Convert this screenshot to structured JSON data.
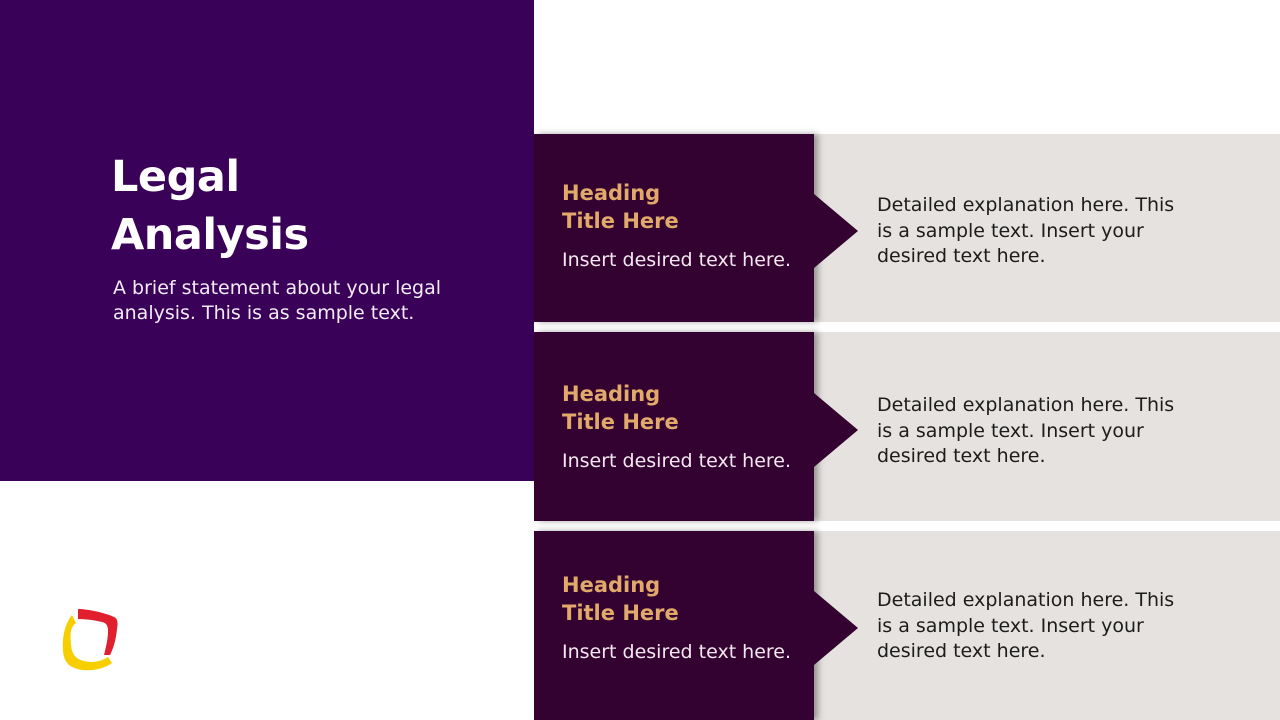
{
  "slide": {
    "title_line1": "Legal",
    "title_line2": "Analysis",
    "subtitle": "A brief statement about your legal analysis. This is as sample text."
  },
  "colors": {
    "left_panel": "#3a0158",
    "card": "#330230",
    "detail_bg": "#e5e2df",
    "heading": "#e1a96a",
    "logo_red": "#e0202f",
    "logo_yellow": "#f7cf00"
  },
  "rows": [
    {
      "heading_line1": "Heading",
      "heading_line2": "Title Here",
      "text": "Insert desired text here.",
      "detail": "Detailed explanation here. This is a sample text. Insert your desired text here."
    },
    {
      "heading_line1": "Heading",
      "heading_line2": "Title Here",
      "text": "Insert desired text here.",
      "detail": "Detailed explanation here. This is a sample text. Insert your desired text here."
    },
    {
      "heading_line1": "Heading",
      "heading_line2": "Title Here",
      "text": "Insert desired text here.",
      "detail": "Detailed explanation here. This is a sample text. Insert your desired text here."
    }
  ],
  "logo": {
    "icon": "rounded-square-logo-icon"
  }
}
